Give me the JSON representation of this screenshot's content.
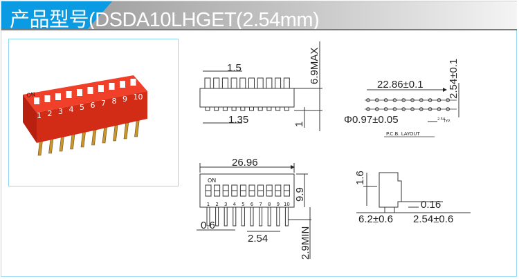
{
  "header": {
    "title": "产品型号(DSDA10LHGET(2.54mm)"
  },
  "photo": {
    "on_label": "ON",
    "numbers": [
      "1",
      "2",
      "3",
      "4",
      "5",
      "6",
      "7",
      "8",
      "9",
      "10"
    ]
  },
  "top_view": {
    "pitch": "1.5",
    "pin_width": "1.35",
    "height": "6.9MAX",
    "standoff": "1"
  },
  "pcb": {
    "span": "22.86±0.1",
    "row_pitch": "2.54±0.1",
    "hole": "Φ0.97±0.05",
    "typ": "2.54",
    "typ_suffix": "TYP.",
    "caption": "P.C.B.  LAYOUT"
  },
  "front_view": {
    "width": "26.96",
    "height": "9.9",
    "on_label": "ON",
    "numbers": [
      "1",
      "2",
      "3",
      "4",
      "5",
      "6",
      "7",
      "8",
      "9",
      "10"
    ],
    "pin_width": "0.6",
    "pitch": "2.54",
    "pin_length": "2.9MIN"
  },
  "side_view": {
    "height": "1.6",
    "thickness": "0.16",
    "width": "6.2±0.6",
    "pin_offset": "2.54±0.6"
  }
}
